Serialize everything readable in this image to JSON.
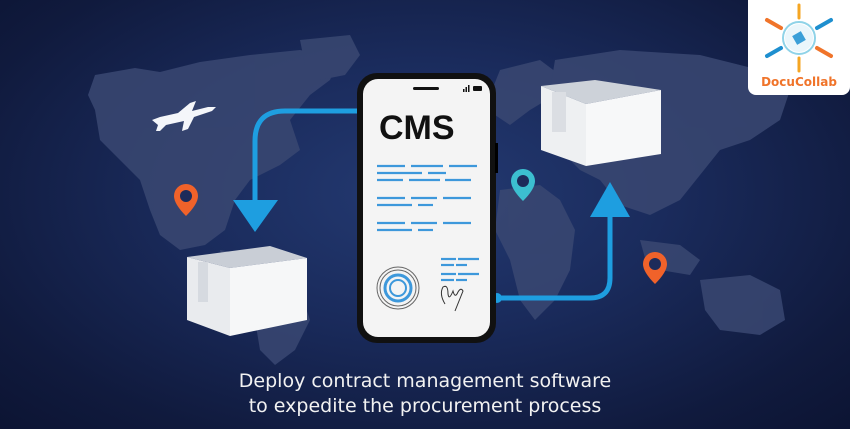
{
  "brand": {
    "name": "DocuCollab",
    "accent": "#f0742a",
    "secondary": "#1e8fcf"
  },
  "phone": {
    "title": "CMS",
    "icons": [
      "signal-icon",
      "battery-icon"
    ]
  },
  "caption": {
    "line1": "Deploy contract management software",
    "line2": "to expedite the procurement process"
  },
  "illustration": {
    "elements": [
      "world-map",
      "airplane-icon",
      "package-box-left",
      "package-box-right",
      "location-pin-orange-americas",
      "location-pin-teal-europe",
      "location-pin-orange-asia",
      "arrow-down",
      "arrow-up",
      "stamp-seal",
      "signature"
    ]
  },
  "colors": {
    "background": "#16245a",
    "arrow": "#1e9ee0",
    "pin_orange": "#f0622a",
    "pin_teal": "#3cc6c8",
    "text_lines": "#3d98db"
  }
}
